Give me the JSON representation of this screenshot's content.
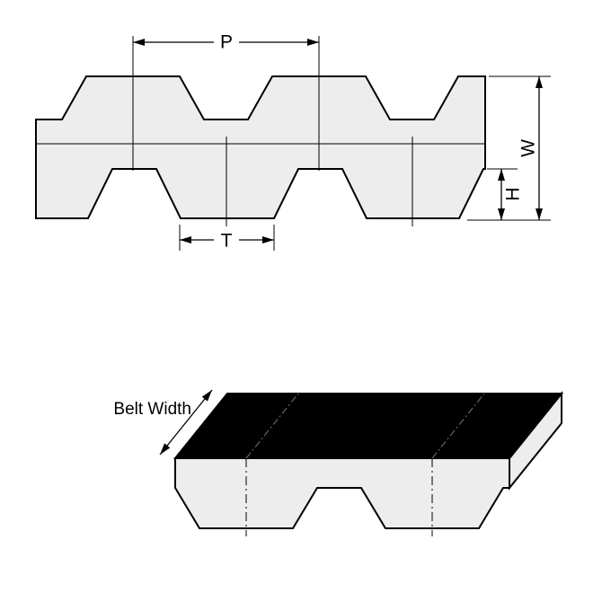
{
  "figure": {
    "top_view": {
      "labels": {
        "pitch": "P",
        "belt_height": "W",
        "tooth_height": "H",
        "tooth_width": "T"
      }
    },
    "bottom_view": {
      "labels": {
        "belt_width": "Belt Width"
      }
    },
    "colors": {
      "belt_fill": "#ededed",
      "top_face_fill": "#000000",
      "outline": "#000000",
      "background": "#ffffff"
    }
  }
}
